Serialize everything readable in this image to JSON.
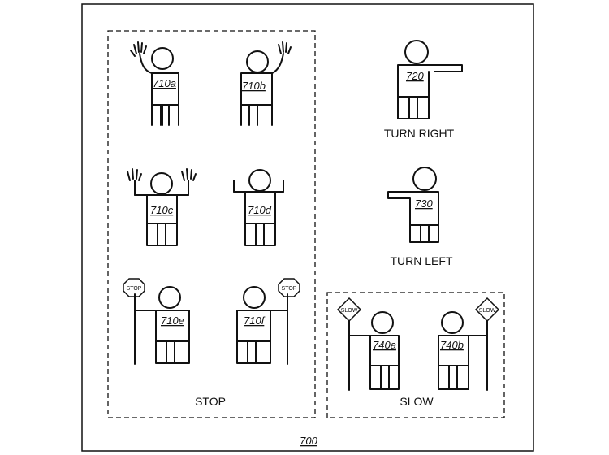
{
  "figure": {
    "number": "700"
  },
  "groups": {
    "stop": {
      "caption": "STOP"
    },
    "slow": {
      "caption": "SLOW"
    }
  },
  "gestures": {
    "turn_right": {
      "ref": "720",
      "caption": "TURN RIGHT"
    },
    "turn_left": {
      "ref": "730",
      "caption": "TURN LEFT"
    }
  },
  "figures": {
    "f710a": {
      "ref": "710a"
    },
    "f710b": {
      "ref": "710b"
    },
    "f710c": {
      "ref": "710c"
    },
    "f710d": {
      "ref": "710d"
    },
    "f710e": {
      "ref": "710e",
      "sign": "STOP"
    },
    "f710f": {
      "ref": "710f",
      "sign": "STOP"
    },
    "f740a": {
      "ref": "740a",
      "sign": "SLOW"
    },
    "f740b": {
      "ref": "740b",
      "sign": "SLOW"
    }
  },
  "colors": {
    "ink": "#111111",
    "paper": "#ffffff"
  }
}
